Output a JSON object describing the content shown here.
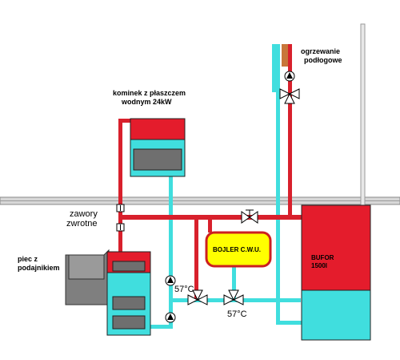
{
  "labels": {
    "fireplace": [
      "kominek z płaszczem",
      "wodnym 24kW"
    ],
    "underfloor": [
      "ogrzewanie",
      "podłogowe"
    ],
    "check_valves": [
      "zawory",
      "zwrotne"
    ],
    "boiler_stove": [
      "piec z",
      "podajnikiem"
    ],
    "dhw_tank": "BOJLER C.W.U.",
    "buffer": [
      "BUFOR",
      "1500l"
    ],
    "temp_valve_left": "57°C",
    "temp_valve_right": "57°C"
  },
  "colors": {
    "supply_red": "#d8202c",
    "return_cyan": "#40dede",
    "tank_yellow": "#ffff00",
    "body_gray": "#808080",
    "ceiling_gray": "#c8c8c8"
  }
}
